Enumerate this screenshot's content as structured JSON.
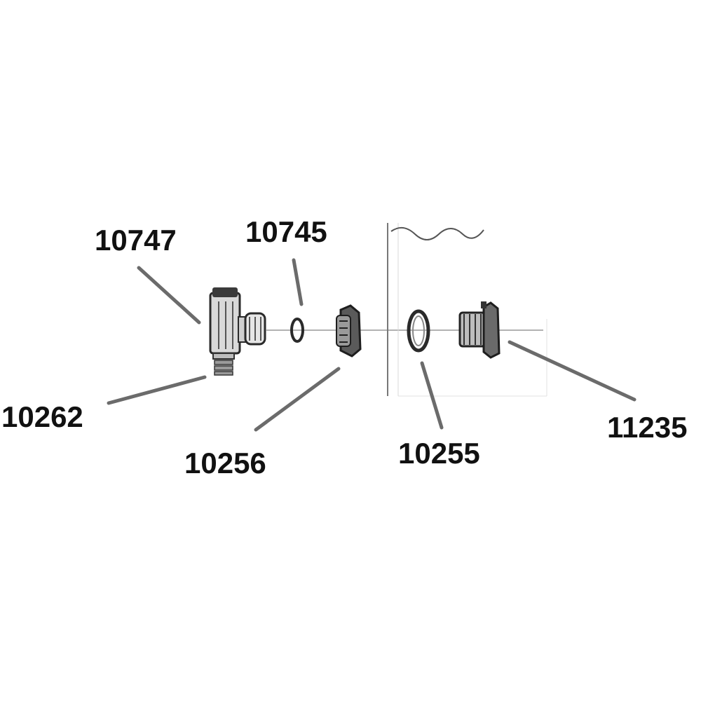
{
  "parts": {
    "p10747": "10747",
    "p10745": "10745",
    "p10262": "10262",
    "p10256": "10256",
    "p10255": "10255",
    "p11235": "11235"
  },
  "colors": {
    "line": "#555555",
    "leader": "#6b6b6b",
    "part_dark": "#2a2a2a",
    "part_mid": "#8a8a8a",
    "part_light": "#d6d6d6"
  }
}
